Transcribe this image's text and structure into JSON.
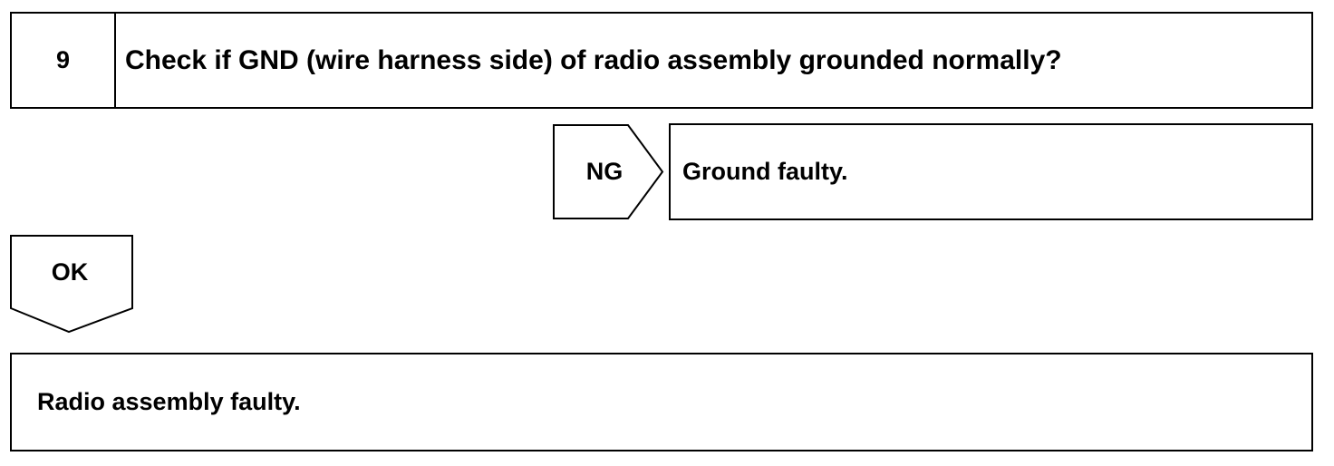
{
  "step": {
    "number": "9",
    "question": "Check if GND (wire harness side) of radio assembly grounded normally?"
  },
  "ng_branch": {
    "label": "NG",
    "result": "Ground faulty."
  },
  "ok_branch": {
    "label": "OK",
    "result": "Radio assembly faulty."
  }
}
